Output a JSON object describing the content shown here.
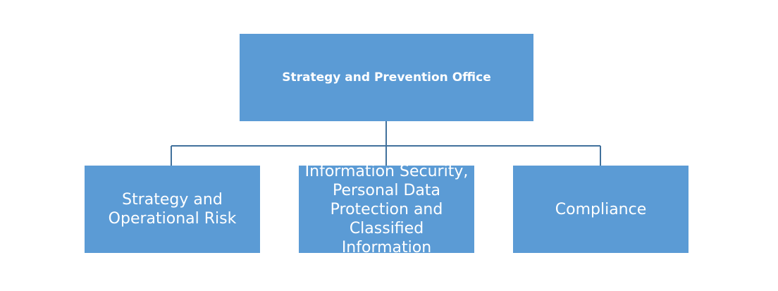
{
  "org_chart": {
    "root": {
      "label": "Strategy and Prevention Office"
    },
    "children": [
      {
        "label": "Strategy and\nOperational Risk"
      },
      {
        "label": "Information Security,\nPersonal Data\nProtection and\nClassified Information"
      },
      {
        "label": "Compliance"
      }
    ]
  },
  "colors": {
    "box_fill": "#5b9bd5",
    "connector": "#41719c",
    "text": "#ffffff"
  }
}
